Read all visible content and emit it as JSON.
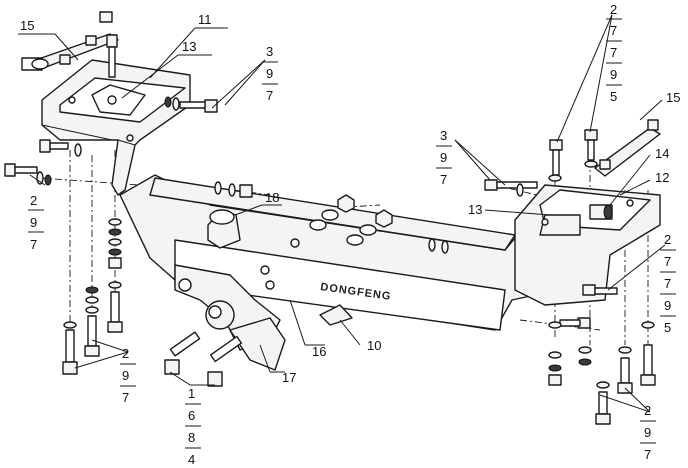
{
  "brand_text": "DONGFENG",
  "callouts": {
    "c15_left": "15",
    "c11": "11",
    "c13_left": "13",
    "c3_left": [
      "3",
      "9",
      "7"
    ],
    "c2_left_top": [
      "2",
      "9",
      "7"
    ],
    "c2_left_bottom": [
      "2",
      "9",
      "7"
    ],
    "c18": "18",
    "c16": "16",
    "c10": "10",
    "c17": "17",
    "c1_bottom": [
      "1",
      "6",
      "8",
      "4"
    ],
    "c2_top_right": [
      "2",
      "7",
      "7",
      "9",
      "5"
    ],
    "c15_right": "15",
    "c3_right": [
      "3",
      "9",
      "7"
    ],
    "c14": "14",
    "c12": "12",
    "c13_right": "13",
    "c2_right_side": [
      "2",
      "7",
      "7",
      "9",
      "5"
    ],
    "c2_right_bottom": [
      "2",
      "9",
      "7"
    ]
  }
}
